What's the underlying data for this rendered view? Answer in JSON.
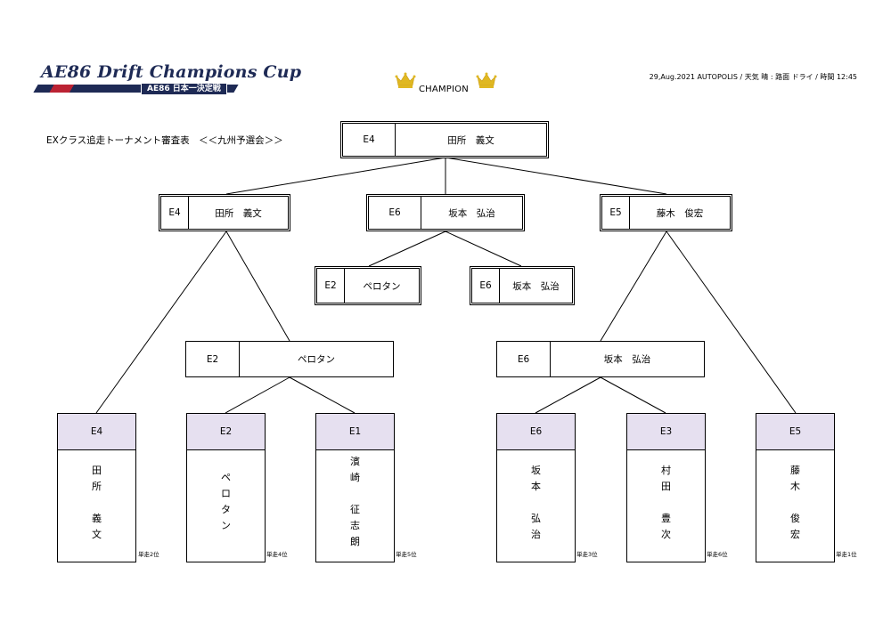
{
  "header": {
    "logo_title": "AE86 Drift Champions Cup",
    "logo_subtitle": "AE86 日本一決定戦",
    "info": "29,Aug.2021 AUTOPOLIS / 天気 晴 : 路面 ドライ / 時間 12:45",
    "champion_label": "CHAMPION",
    "heading": "EXクラス追走トーナメント審査表　＜＜九州予選会＞＞",
    "crown_color": "#e0b822",
    "card_header_color": "#e6e0f0"
  },
  "champion": {
    "class": "E4",
    "name": "田所　義文"
  },
  "semis": [
    {
      "class": "E4",
      "name": "田所　義文"
    },
    {
      "class": "E6",
      "name": "坂本　弘治"
    },
    {
      "class": "E5",
      "name": "藤木　俊宏"
    }
  ],
  "sub": [
    {
      "class": "E2",
      "name": "ペロタン"
    },
    {
      "class": "E6",
      "name": "坂本　弘治"
    }
  ],
  "quarters": [
    {
      "class": "E2",
      "name": "ペロタン"
    },
    {
      "class": "E6",
      "name": "坂本　弘治"
    }
  ],
  "entrants": [
    {
      "class": "E4",
      "chars": [
        "田",
        "所",
        "",
        "義",
        "文"
      ],
      "rank": "単走2位"
    },
    {
      "class": "E2",
      "chars": [
        "ペ",
        "ロ",
        "タ",
        "ン"
      ],
      "rank": "単走4位"
    },
    {
      "class": "E1",
      "chars": [
        "濱",
        "崎",
        "",
        "征",
        "志",
        "朗"
      ],
      "rank": "単走5位"
    },
    {
      "class": "E6",
      "chars": [
        "坂",
        "本",
        "",
        "弘",
        "治"
      ],
      "rank": "単走3位"
    },
    {
      "class": "E3",
      "chars": [
        "村",
        "田",
        "",
        "豊",
        "次"
      ],
      "rank": "単走6位"
    },
    {
      "class": "E5",
      "chars": [
        "藤",
        "木",
        "",
        "俊",
        "宏"
      ],
      "rank": "単走1位"
    }
  ]
}
